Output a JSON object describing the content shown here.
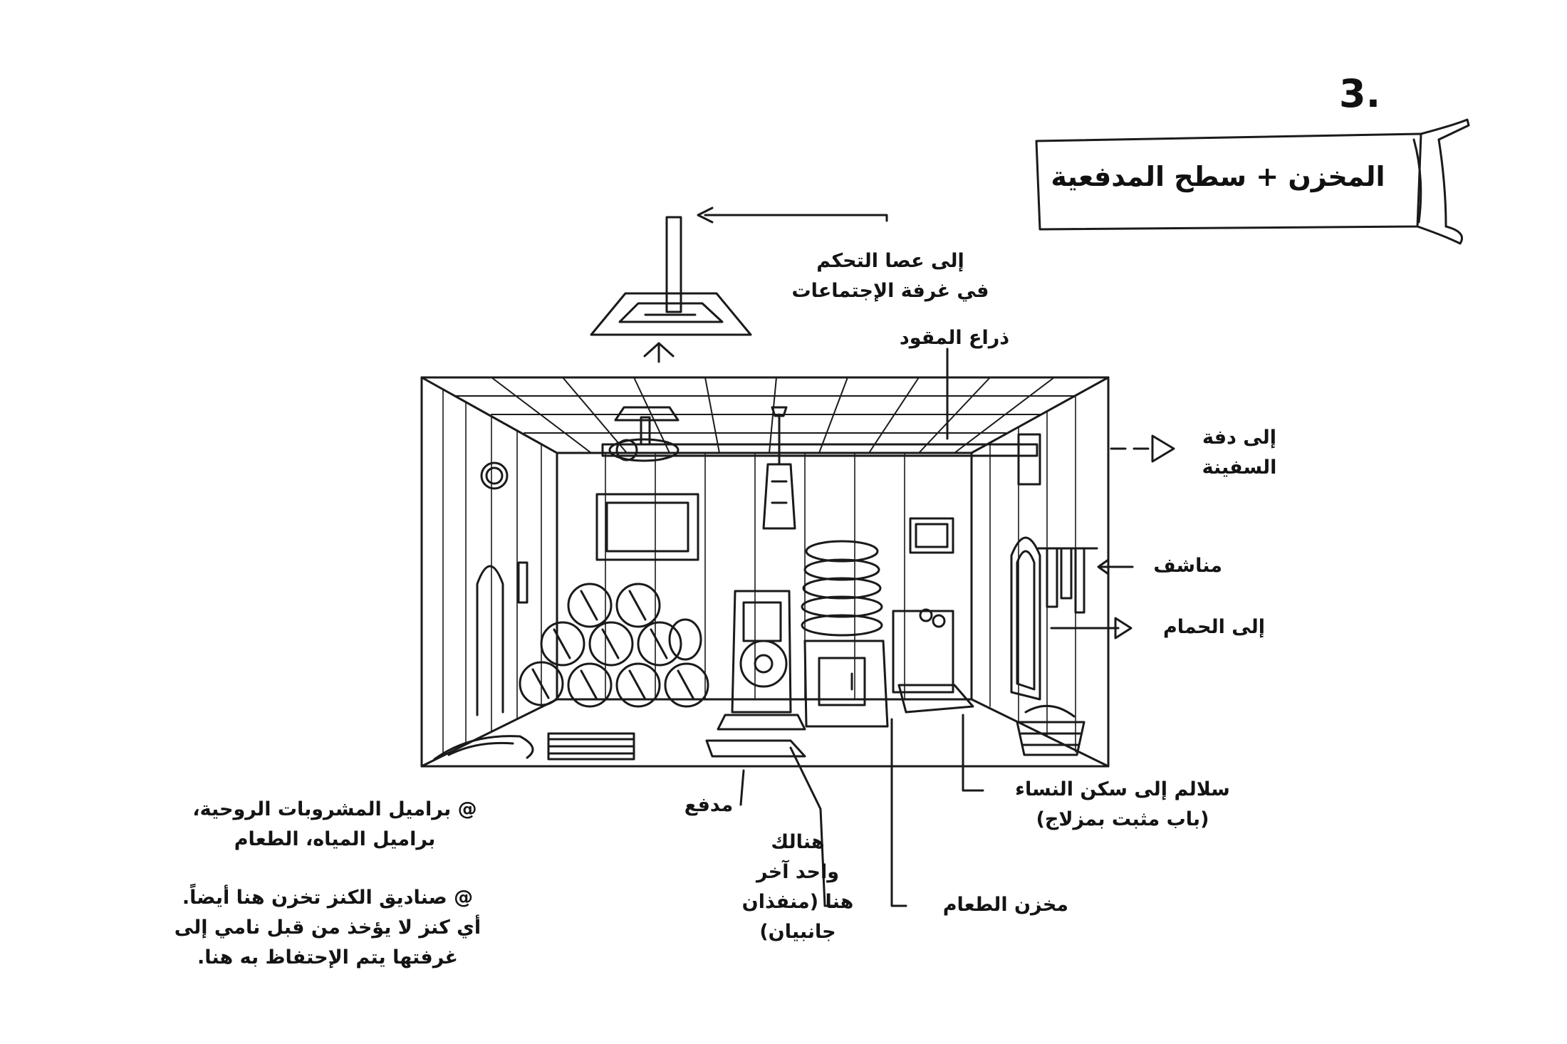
{
  "page_number": ".3",
  "title": "المخزن + سطح المدفعية",
  "labels": {
    "control_stick": [
      "إلى عصا التحكم",
      "في غرفة الإجتماعات"
    ],
    "steering_arm": "ذراع المقود",
    "to_rudder": [
      "إلى دفة",
      "السفينة"
    ],
    "towels": "مناشف",
    "to_bathroom": "إلى الحمام",
    "stairs": [
      "سلالم إلى سكن النساء",
      "(باب مثبت بمزلاج)"
    ],
    "food_storage": "مخزن الطعام",
    "another_one": [
      "هنالك",
      "واحد آخر",
      "هنا (منفذان",
      "جانبيان)"
    ],
    "cannon": "مدفع",
    "barrels_note": [
      "@ براميل المشروبات الروحية،",
      "براميل المياه، الطعام"
    ],
    "treasure_note": [
      "@ صناديق الكنز تخزن هنا أيضاً.",
      "أي كنز لا يؤخذ من قبل نامي إلى",
      "غرفتها يتم الإحتفاظ به هنا."
    ]
  },
  "colors": {
    "ink": "#141414",
    "paper": "#ffffff"
  }
}
